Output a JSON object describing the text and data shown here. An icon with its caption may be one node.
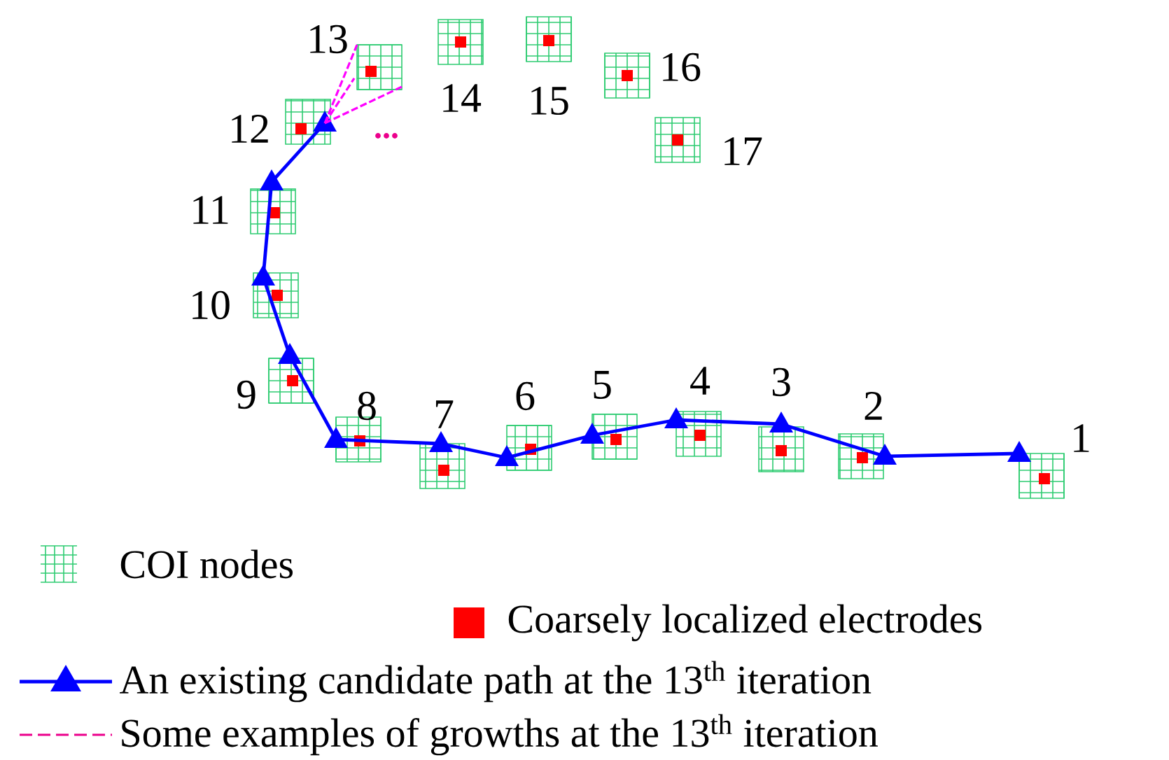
{
  "diagram": {
    "nodes": [
      {
        "text": [],
        "shape": "box",
        "beside": [
          "1"
        ]
      },
      {
        "text": [],
        "shape": "box",
        "beside": [
          "2"
        ]
      },
      {
        "text": [],
        "shape": "box",
        "beside": [
          "3"
        ]
      },
      {
        "text": [],
        "shape": "box",
        "beside": [
          "4"
        ]
      },
      {
        "text": [],
        "shape": "box",
        "beside": [
          "5"
        ]
      },
      {
        "text": [],
        "shape": "box",
        "beside": [
          "6"
        ]
      },
      {
        "text": [],
        "shape": "box",
        "beside": [
          "7"
        ]
      },
      {
        "text": [],
        "shape": "box",
        "beside": [
          "8"
        ]
      },
      {
        "text": [],
        "shape": "box",
        "beside": [
          "9"
        ]
      },
      {
        "text": [],
        "shape": "box",
        "beside": [
          "10"
        ]
      },
      {
        "text": [],
        "shape": "box",
        "beside": [
          "11"
        ]
      },
      {
        "text": [],
        "shape": "box",
        "beside": [
          "12"
        ]
      },
      {
        "text": [],
        "shape": "box",
        "beside": [
          "13"
        ]
      },
      {
        "text": [],
        "shape": "box",
        "beside": [
          "14"
        ]
      },
      {
        "text": [],
        "shape": "box",
        "beside": [
          "15"
        ]
      },
      {
        "text": [],
        "shape": "box",
        "beside": [
          "16"
        ]
      },
      {
        "text": [],
        "shape": "box",
        "beside": [
          "17"
        ]
      }
    ],
    "edges": [
      {
        "from": 0,
        "to": 1,
        "arrow": "both"
      },
      {
        "from": 1,
        "to": 2,
        "arrow": "to"
      },
      {
        "from": 2,
        "to": 3,
        "arrow": "to"
      },
      {
        "from": 3,
        "to": 4,
        "arrow": "to"
      },
      {
        "from": 4,
        "to": 5,
        "arrow": "to"
      },
      {
        "from": 5,
        "to": 6,
        "arrow": "to"
      },
      {
        "from": 6,
        "to": 7,
        "arrow": "to"
      },
      {
        "from": 7,
        "to": 8,
        "arrow": "to"
      },
      {
        "from": 8,
        "to": 9,
        "arrow": "to"
      },
      {
        "from": 9,
        "to": 10,
        "arrow": "to"
      },
      {
        "from": 10,
        "to": 11,
        "arrow": "to"
      },
      {
        "from": 11,
        "to": 12,
        "arrow": "none",
        "style": "dashed",
        "color": "#ff00ff"
      },
      {
        "from": 11,
        "to": 12,
        "arrow": "none",
        "style": "dashed",
        "color": "#ff00ff"
      },
      {
        "from": 11,
        "to": 12,
        "arrow": "none",
        "style": "dashed",
        "color": "#ff00ff"
      }
    ],
    "labels": [
      "..."
    ],
    "legend": [
      {
        "text": "COI nodes"
      },
      {
        "text": "Coarsely localized electrodes",
        "color": "#ff0000"
      },
      {
        "text": "An existing candidate path at the 13$^{th}$ iteration"
      },
      {
        "text": "Some examples of growths at the 13$^{th}$ iteration"
      }
    ]
  }
}
